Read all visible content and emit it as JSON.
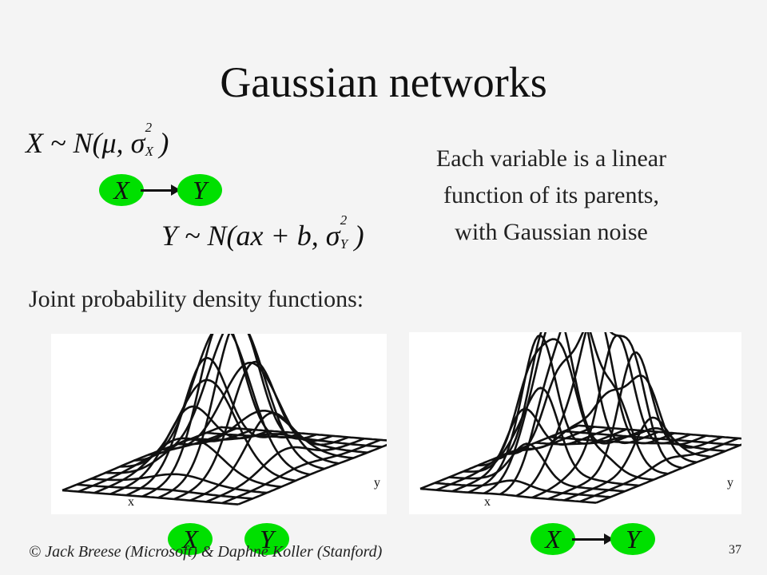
{
  "slide": {
    "title": "Gaussian networks",
    "equation_x": {
      "lhs": "X",
      "tilde": "~",
      "fn": "N(",
      "mu": "μ,",
      "sigma": "σ",
      "sup": "2",
      "sub": "X",
      "close": ")"
    },
    "equation_y": {
      "lhs": "Y",
      "tilde": "~",
      "fn": "N(",
      "mid": "ax + b,",
      "sigma": "σ",
      "sup": "2",
      "sub": "Y",
      "close": ")"
    },
    "description": [
      "Each variable is a linear",
      "function of its parents,",
      "with Gaussian noise"
    ],
    "joint_label": "Joint probability density functions:",
    "nodes": {
      "x": "X",
      "y": "Y"
    },
    "axis_x": "x",
    "axis_y": "y",
    "footer": "© Jack Breese (Microsoft) & Daphne Koller (Stanford)",
    "page_number": "37",
    "node_color": "#00e000"
  }
}
